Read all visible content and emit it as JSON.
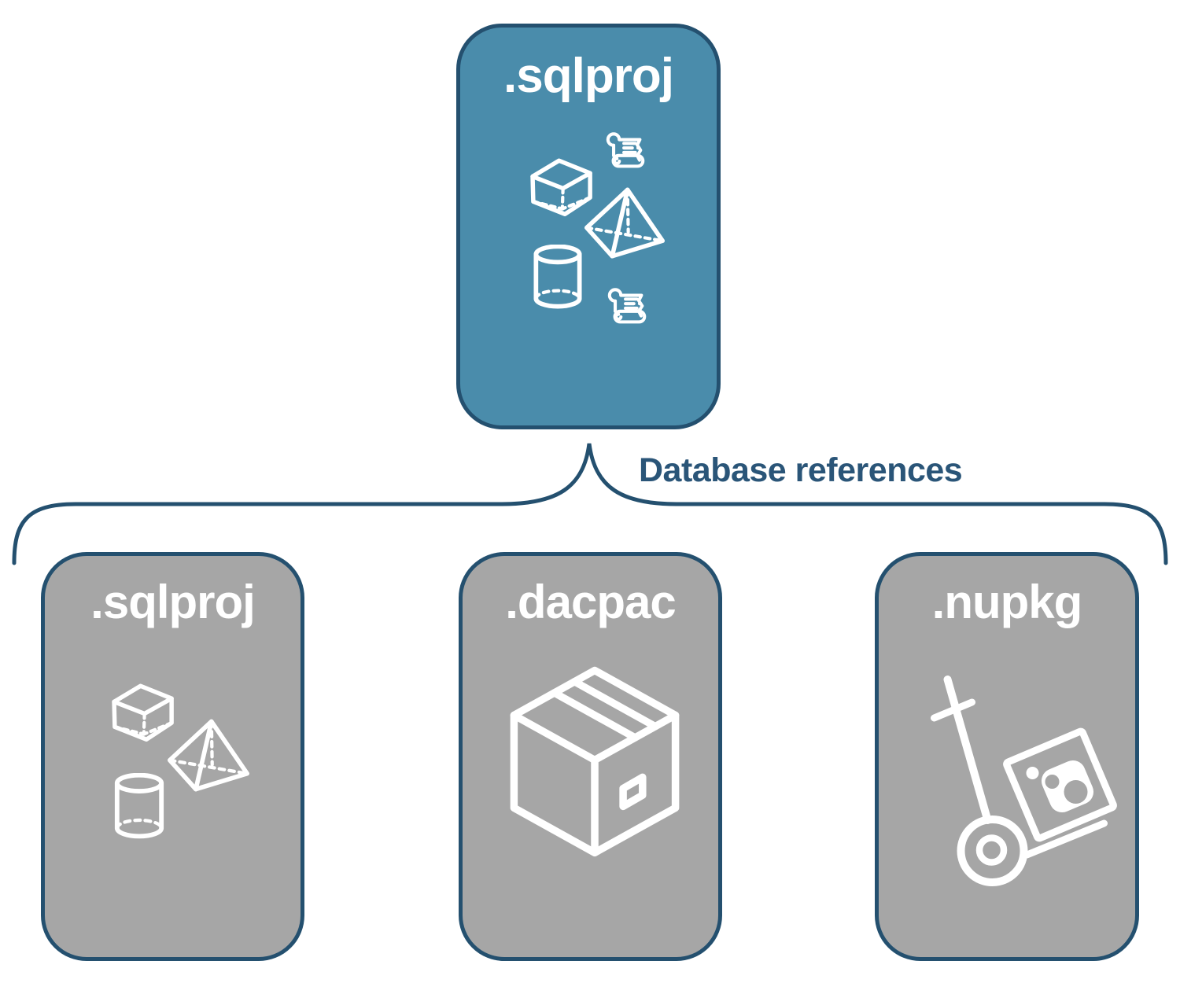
{
  "diagram": {
    "root_card": {
      "label": ".sqlproj",
      "icons": [
        "cube-icon",
        "scroll-icon",
        "pyramid-icon",
        "cylinder-icon",
        "scroll-icon"
      ]
    },
    "connector": {
      "label": "Database references"
    },
    "child_cards": [
      {
        "label": ".sqlproj",
        "icons": [
          "cube-icon",
          "pyramid-icon",
          "cylinder-icon"
        ]
      },
      {
        "label": ".dacpac",
        "icons": [
          "package-box-icon"
        ]
      },
      {
        "label": ".nupkg",
        "icons": [
          "nuget-hand-truck-icon"
        ]
      }
    ],
    "colors": {
      "root_fill": "#4A8CAB",
      "child_fill": "#A6A6A6",
      "outline": "#24506F",
      "connector_stroke": "#24506F",
      "label_text": "#FFFFFF",
      "connector_label_text": "#2A5578",
      "icon_stroke": "#FFFFFF",
      "background": "#FFFFFF"
    }
  }
}
